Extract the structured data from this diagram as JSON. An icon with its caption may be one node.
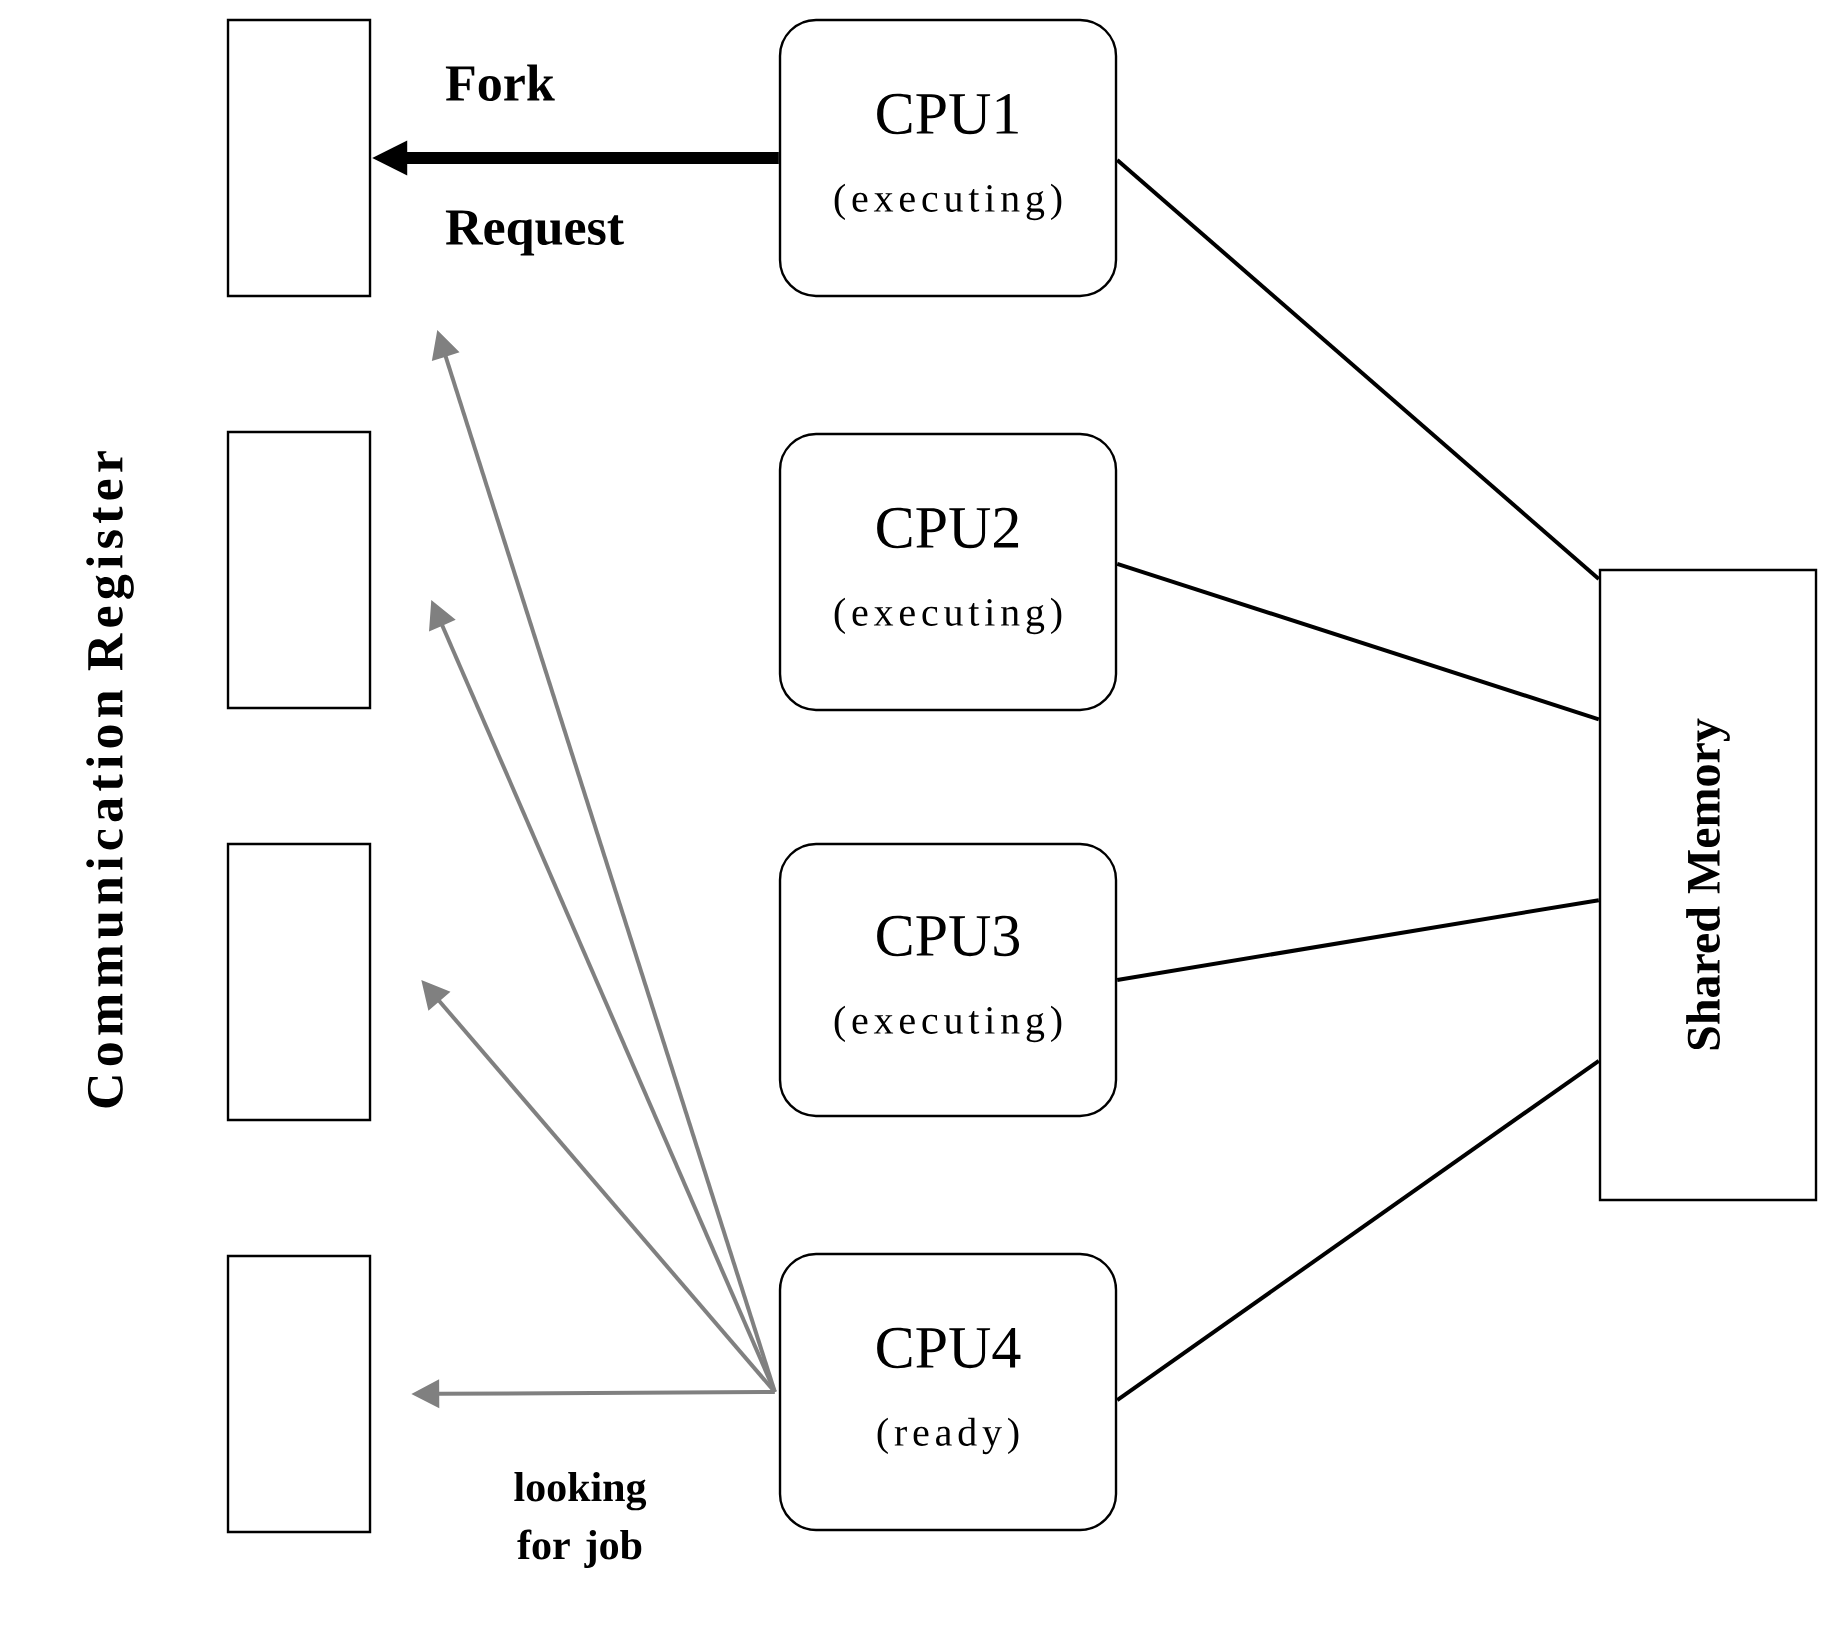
{
  "diagram": {
    "nodes": [
      {
        "text": [],
        "shape": "box"
      },
      {
        "text": [],
        "shape": "box"
      },
      {
        "text": [],
        "shape": "box"
      },
      {
        "text": [],
        "shape": "box"
      },
      {
        "text": [
          "CPU1",
          "(executing)"
        ]
      },
      {
        "text": [
          "CPU2",
          "(executing)"
        ]
      },
      {
        "text": [
          "CPU3",
          "(executing)"
        ]
      },
      {
        "text": [
          "CPU4",
          "(ready)"
        ]
      },
      {
        "text": [
          "Shared Memory"
        ]
      }
    ],
    "edges": [
      {
        "from": 4,
        "to": 0,
        "arrow": "to",
        "label": "Fork Request",
        "style": "thick"
      },
      {
        "from": 7,
        "to": 0,
        "arrow": "to",
        "color": "#808080"
      },
      {
        "from": 7,
        "to": 1,
        "arrow": "to",
        "color": "#808080"
      },
      {
        "from": 7,
        "to": 2,
        "arrow": "to",
        "color": "#808080"
      },
      {
        "from": 7,
        "to": 3,
        "arrow": "to",
        "label": "looking for job",
        "color": "#808080"
      },
      {
        "from": 4,
        "to": 8,
        "arrow": "none"
      },
      {
        "from": 5,
        "to": 8,
        "arrow": "none"
      },
      {
        "from": 6,
        "to": 8,
        "arrow": "none"
      },
      {
        "from": 7,
        "to": 8,
        "arrow": "none"
      }
    ],
    "labels": [
      "Communication Register"
    ]
  }
}
